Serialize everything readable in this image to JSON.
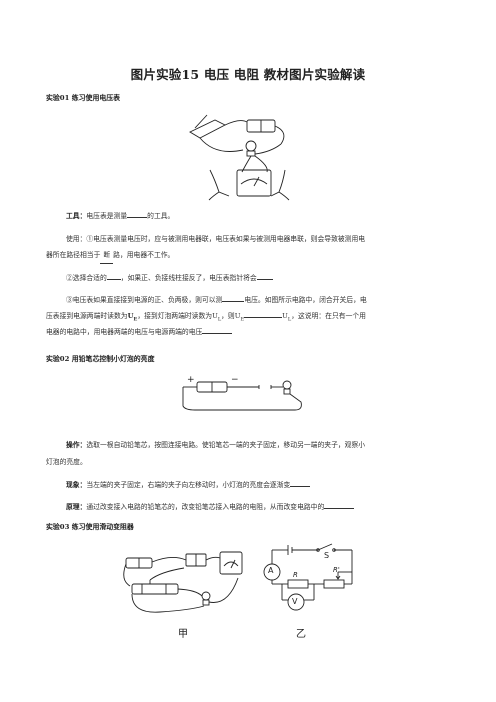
{
  "title": "图片实验15 电压 电阻 教材图片实验解读",
  "exp1": {
    "heading": "实验01 练习使用电压表",
    "tool_label": "工具：",
    "tool_text": "电压表是测量",
    "tool_end": "的工具。",
    "usage_a": "使用：①电压表测量电压时，应与被测用电器联，电压表如果与被测用电器串联，则会导致被测用电",
    "usage_b1": "器所在路径相当于",
    "usage_b_fill": "断",
    "usage_b2": "路，用电器不工作。",
    "choose_a": "②选择合适的",
    "choose_b": "，如果正、负接线柱接反了，电压表指针将会",
    "direct_a": "③电压表如果直接接到电源的正、负两极，则可以测",
    "direct_b": "电压。如图所示电路中，闭合开关后，电",
    "direct_c1": "压表接到电源两端时读数为",
    "direct_c_ue": "U",
    "direct_c_ue_sub": "E",
    "direct_c2": "，接到灯泡两端时读数为",
    "direct_c_ul": "U",
    "direct_c_ul_sub": "L",
    "direct_c3": "，则",
    "direct_c4": "U",
    "direct_c4_sub": "L",
    "direct_c5": "，这说明：在只有一个用",
    "direct_d": "电器的电路中，用电器两端的电压与电源两端的电压"
  },
  "exp2": {
    "heading": "实验02 用铅笔芯控制小灯泡的亮度",
    "op_label": "操作：",
    "op_a": "选取一根自动铅笔芯，按图连接电路。使铅笔芯一端的夹子固定，移动另一端的夹子，观察小",
    "op_b": "灯泡的亮度。",
    "phen_label": "现象：",
    "phen_text": "当左端的夹子固定，右端的夹子向左移动时，小灯泡的亮度会逐渐变",
    "prin_label": "原理：",
    "prin_text": "通过改变接入电路的铅笔芯的，改变铅笔芯接入电路的电阻，从而改变电路中的"
  },
  "exp3": {
    "heading": "实验03 练习使用滑动变阻器",
    "fig_jia": "甲",
    "fig_yi": "乙",
    "circ_s": "S",
    "circ_a": "A",
    "circ_v": "V",
    "circ_r": "R",
    "circ_rp": "R'"
  }
}
